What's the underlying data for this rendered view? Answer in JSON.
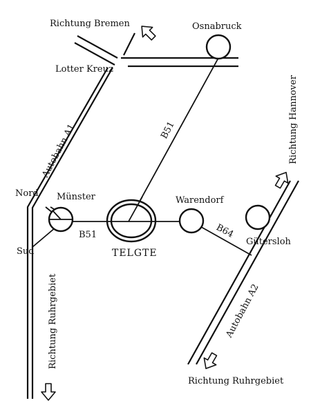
{
  "labels": {
    "richtung_bremen": "Richtung Bremen",
    "osnabruck": "Osnabruck",
    "lotter_kreuz": "Lotter Kreuz",
    "autobahn_a1": "Autobahn A1",
    "b51_north": "B51",
    "richtung_hannover": "Richtung Hannover",
    "nord": "Nord",
    "munster": "Münster",
    "warendorf": "Warendorf",
    "sud": "Sud",
    "b51_west": "B51",
    "telgte": "TELGTE",
    "b64": "B64",
    "gutersloh": "Gütersloh",
    "richtung_ruhrgebiet_left": "Richtung Ruhrgebiet",
    "autobahn_a2": "Autobahn A2",
    "richtung_ruhrgebiet_bottom": "Richtung Ruhrgebiet"
  }
}
